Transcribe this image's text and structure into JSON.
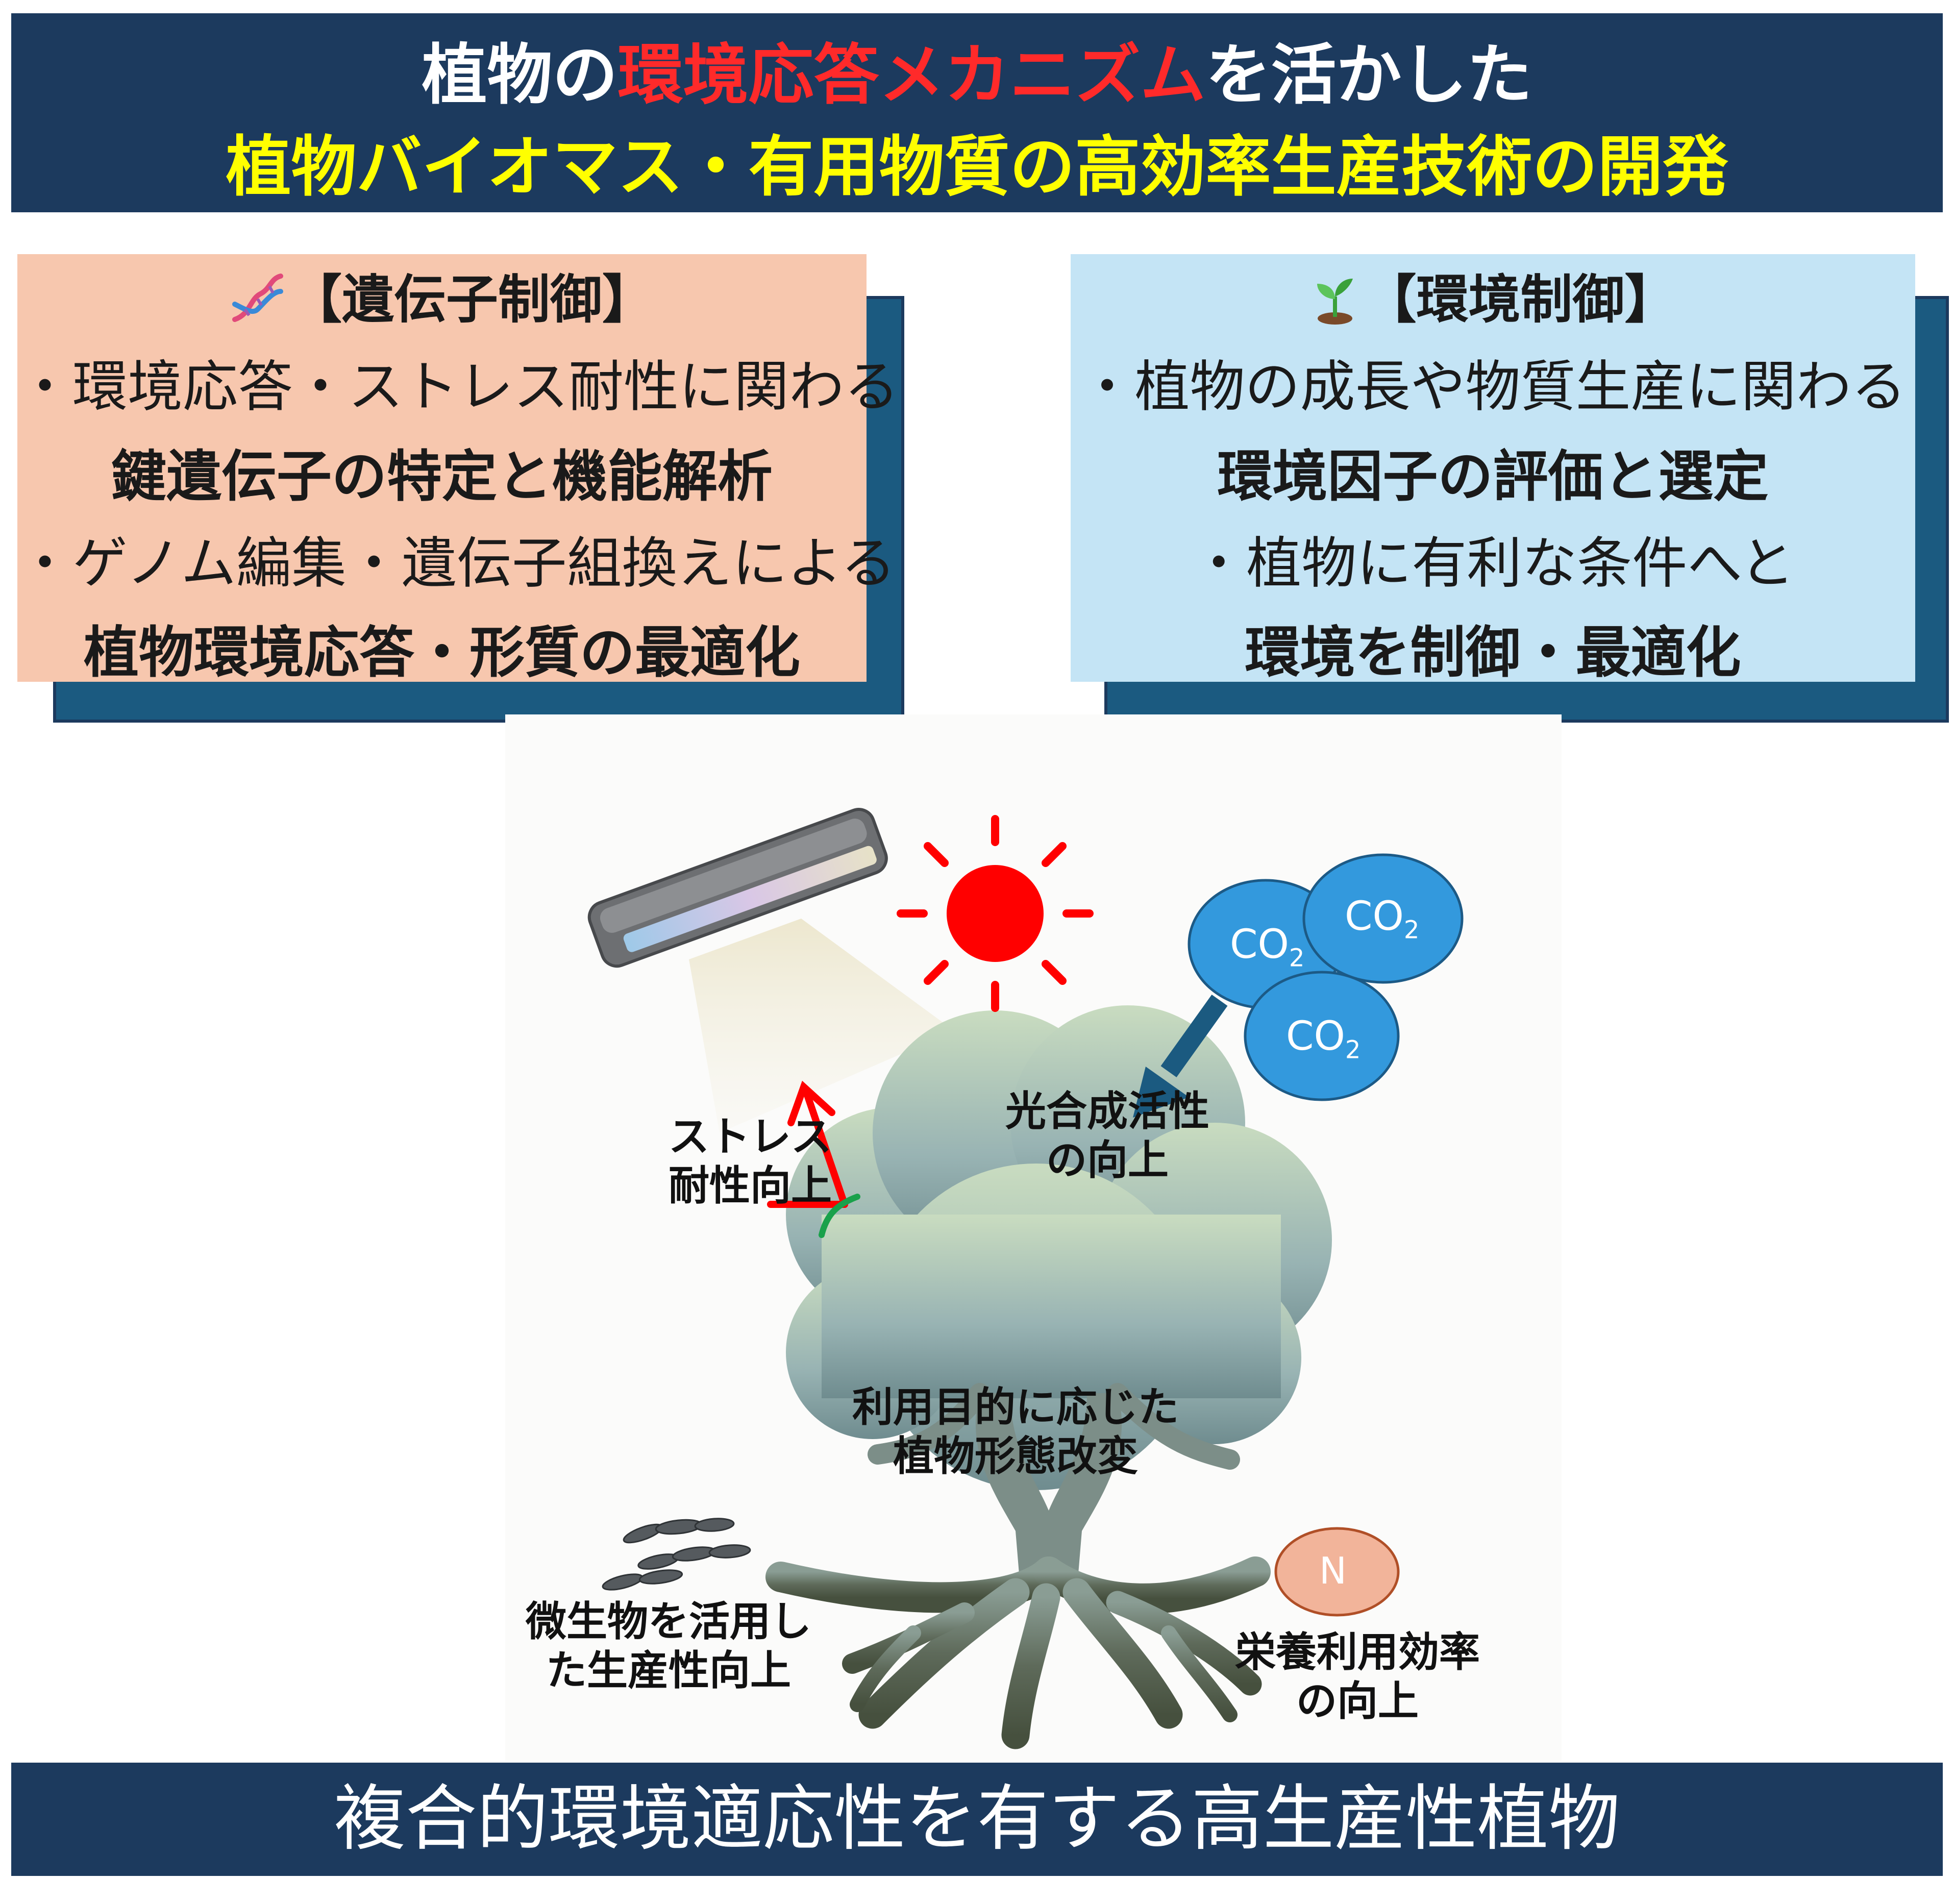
{
  "title": {
    "line1_pre": "植物の",
    "line1_red": "環境応答メカニズム",
    "line1_post": "を活かした",
    "line2": "植物バイオマス・有用物質の高効率生産技術の開発"
  },
  "gene_box": {
    "heading": "【遺伝子制御】",
    "icon": "dna-icon",
    "lines": [
      "・環境応答・ストレス耐性に関わる",
      "鍵遺伝子の特定と機能解析",
      "・ゲノム編集・遺伝子組換えによる",
      "植物環境応答・形質の最適化"
    ]
  },
  "env_box": {
    "heading": "【環境制御】",
    "icon": "seedling-icon",
    "lines": [
      "・植物の成長や物質生産に関わる",
      "環境因子の評価と選定",
      "・植物に有利な条件へと",
      "環境を制御・最適化"
    ]
  },
  "illustration": {
    "co2_labels": [
      "CO",
      "CO",
      "CO"
    ],
    "co2_subscript": "2",
    "nitrogen": "N",
    "stress_label": [
      "ストレス",
      "耐性向上"
    ],
    "photosynthesis_label": [
      "光合成活性",
      "の向上"
    ],
    "morphology_label": [
      "利用目的に応じた",
      "植物形態改変"
    ],
    "microbe_label": [
      "微生物を活用し",
      "た生産性向上"
    ],
    "nutrient_label": [
      "栄養利用効率",
      "の向上"
    ]
  },
  "bottom": "複合的環境適応性を有する高生産性植物",
  "colors": {
    "banner": "#1c3a5e",
    "gene_box": "#f7c7ae",
    "env_box": "#c4e4f5",
    "arrow": "#1b5a80",
    "title_red": "#ff2a2a",
    "title_yellow": "#ffff00",
    "co2": "#3399dd",
    "sun": "#ff0000",
    "nitrogen": "#f2b49a"
  }
}
